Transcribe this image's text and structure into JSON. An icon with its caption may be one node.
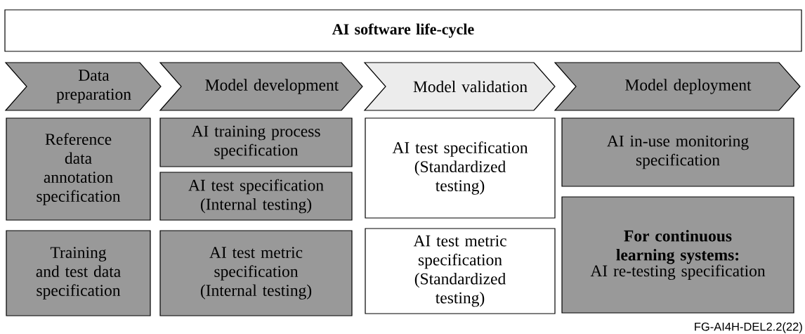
{
  "diagram": {
    "nodes": [
      {
        "text": [
          "AI software life-cycle"
        ]
      },
      {
        "text": [
          "Data preparation"
        ]
      },
      {
        "text": [
          "Model development"
        ]
      },
      {
        "text": [
          "Model validation"
        ]
      },
      {
        "text": [
          "Model deployment"
        ]
      },
      {
        "text": [
          "Reference data annotation specification"
        ]
      },
      {
        "text": [
          "AI training process specification"
        ]
      },
      {
        "text": [
          "AI test specification (Internal testing)"
        ]
      },
      {
        "text": [
          "AI test specification (Standardized testing)"
        ]
      },
      {
        "text": [
          "AI in-use monitoring specification"
        ]
      },
      {
        "text": [
          "Training and test data specification"
        ]
      },
      {
        "text": [
          "AI test metric specification (Internal testing)"
        ]
      },
      {
        "text": [
          "AI test metric specification (Standardized testing)"
        ]
      },
      {
        "text": [
          "For continuous learning systems:",
          "AI re-testing specification"
        ]
      }
    ],
    "edges": [],
    "labels": [
      "FG-AI4H-DEL2.2(22)"
    ]
  }
}
